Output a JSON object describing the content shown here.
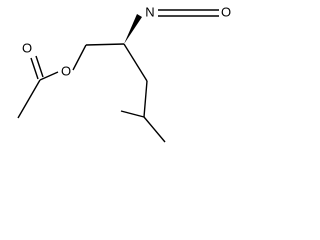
{
  "molecule": {
    "atoms": {
      "carbonyl_oxygen": "O",
      "ester_oxygen": "O",
      "nitrogen": "N",
      "isocyanate_oxygen": "O"
    },
    "colors": {
      "bond": "#000000",
      "label": "#000000",
      "background": "#ffffff"
    }
  }
}
